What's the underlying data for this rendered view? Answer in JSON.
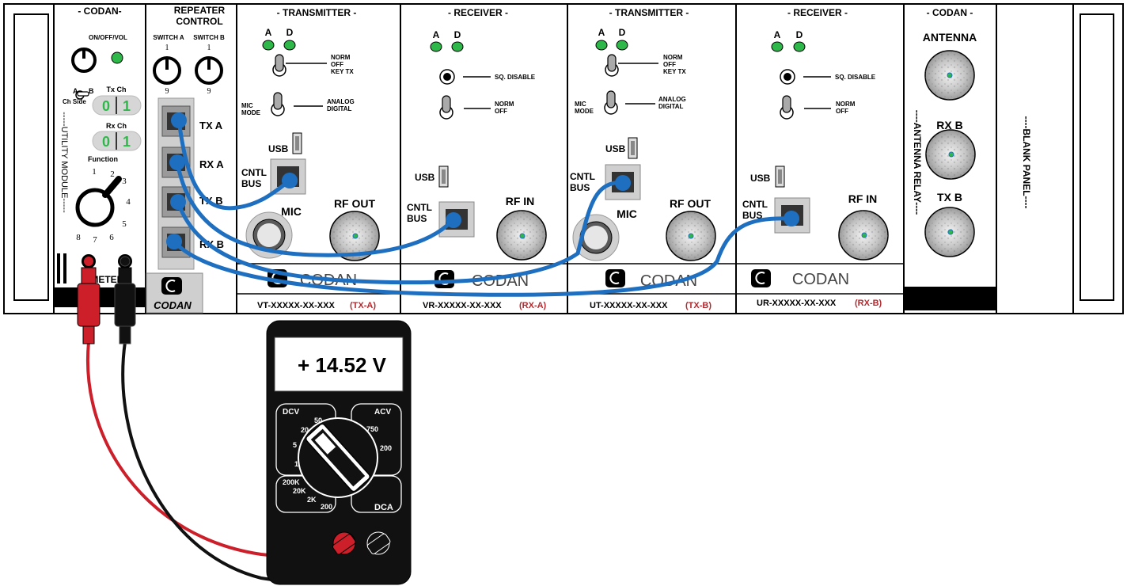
{
  "rack": {
    "blank_left": {},
    "utility": {
      "brand": "- CODAN-",
      "vol_label": "ON/OFF/VOL",
      "ab_a": "A",
      "ab_b": "B",
      "ch_side": "Ch Side",
      "tx_ch_label": "Tx Ch",
      "tx_ch_digits": [
        "0",
        "1"
      ],
      "rx_ch_label": "Rx Ch",
      "rx_ch_digits": [
        "0",
        "1"
      ],
      "function_label": "Function",
      "function_positions": [
        "1",
        "2",
        "3",
        "4",
        "5",
        "6",
        "7",
        "8"
      ],
      "side_label": "-----UTILITY MODULE-----",
      "meter_label": "+ METER"
    },
    "repeater": {
      "title_line1": "REPEATER",
      "title_line2": "CONTROL",
      "switch_a": "SWITCH A",
      "switch_b": "SWITCH B",
      "knob_min": "1",
      "knob_max": "9",
      "ports": [
        "TX A",
        "RX A",
        "TX B",
        "RX B"
      ],
      "logo_text": "CODAN"
    },
    "tx_a": {
      "title": "- TRANSMITTER -",
      "led_a": "A",
      "led_d": "D",
      "switch1_lines": [
        "NORM",
        "OFF",
        "KEY TX"
      ],
      "mic_mode_lines": [
        "MIC",
        "MODE"
      ],
      "switch2_lines": [
        "ANALOG",
        "DIGITAL"
      ],
      "usb": "USB",
      "cntl_bus_lines": [
        "CNTL",
        "BUS"
      ],
      "mic": "MIC",
      "rf": "RF OUT",
      "brand": "CODAN",
      "model": "VT-XXXXX-XX-XXX",
      "model_tag": "(TX-A)"
    },
    "rx_a": {
      "title": "- RECEIVER -",
      "led_a": "A",
      "led_d": "D",
      "sq_disable": "SQ. DISABLE",
      "switch_lines": [
        "NORM",
        "OFF"
      ],
      "usb": "USB",
      "cntl_bus_lines": [
        "CNTL",
        "BUS"
      ],
      "rf": "RF IN",
      "brand": "CODAN",
      "model": "VR-XXXXX-XX-XXX",
      "model_tag": "(RX-A)"
    },
    "tx_b": {
      "title": "- TRANSMITTER -",
      "led_a": "A",
      "led_d": "D",
      "switch1_lines": [
        "NORM",
        "OFF",
        "KEY TX"
      ],
      "mic_mode_lines": [
        "MIC",
        "MODE"
      ],
      "switch2_lines": [
        "ANALOG",
        "DIGITAL"
      ],
      "usb": "USB",
      "cntl_bus_lines": [
        "CNTL",
        "BUS"
      ],
      "mic": "MIC",
      "rf": "RF OUT",
      "brand": "CODAN",
      "model": "UT-XXXXX-XX-XXX",
      "model_tag": "(TX-B)"
    },
    "rx_b": {
      "title": "- RECEIVER -",
      "led_a": "A",
      "led_d": "D",
      "sq_disable": "SQ. DISABLE",
      "switch_lines": [
        "NORM",
        "OFF"
      ],
      "usb": "USB",
      "cntl_bus_lines": [
        "CNTL",
        "BUS"
      ],
      "rf": "RF IN",
      "brand": "CODAN",
      "model": "UR-XXXXX-XX-XXX",
      "model_tag": "(RX-B)"
    },
    "antenna_relay": {
      "brand": "- CODAN -",
      "ports": [
        "ANTENNA",
        "RX B",
        "TX B"
      ],
      "side_label": "----ANTENNA RELAY----"
    },
    "blank_panel": {
      "side_label": "----BLANK PANEL----"
    }
  },
  "multimeter": {
    "display": "+ 14.52 V",
    "dcv": "DCV",
    "acv": "ACV",
    "dca": "DCA",
    "dcv_ranges": [
      "1",
      "5",
      "20",
      "50"
    ],
    "acv_ranges": [
      "750",
      "200"
    ],
    "ohm_ranges": [
      "200K",
      "20K",
      "2K",
      "200"
    ]
  },
  "colors": {
    "cable": "#1f6fc0",
    "led": "#2fb84a",
    "red_lead": "#cc1f2a",
    "black_lead": "#111111",
    "digit_green": "#2fb84a"
  }
}
